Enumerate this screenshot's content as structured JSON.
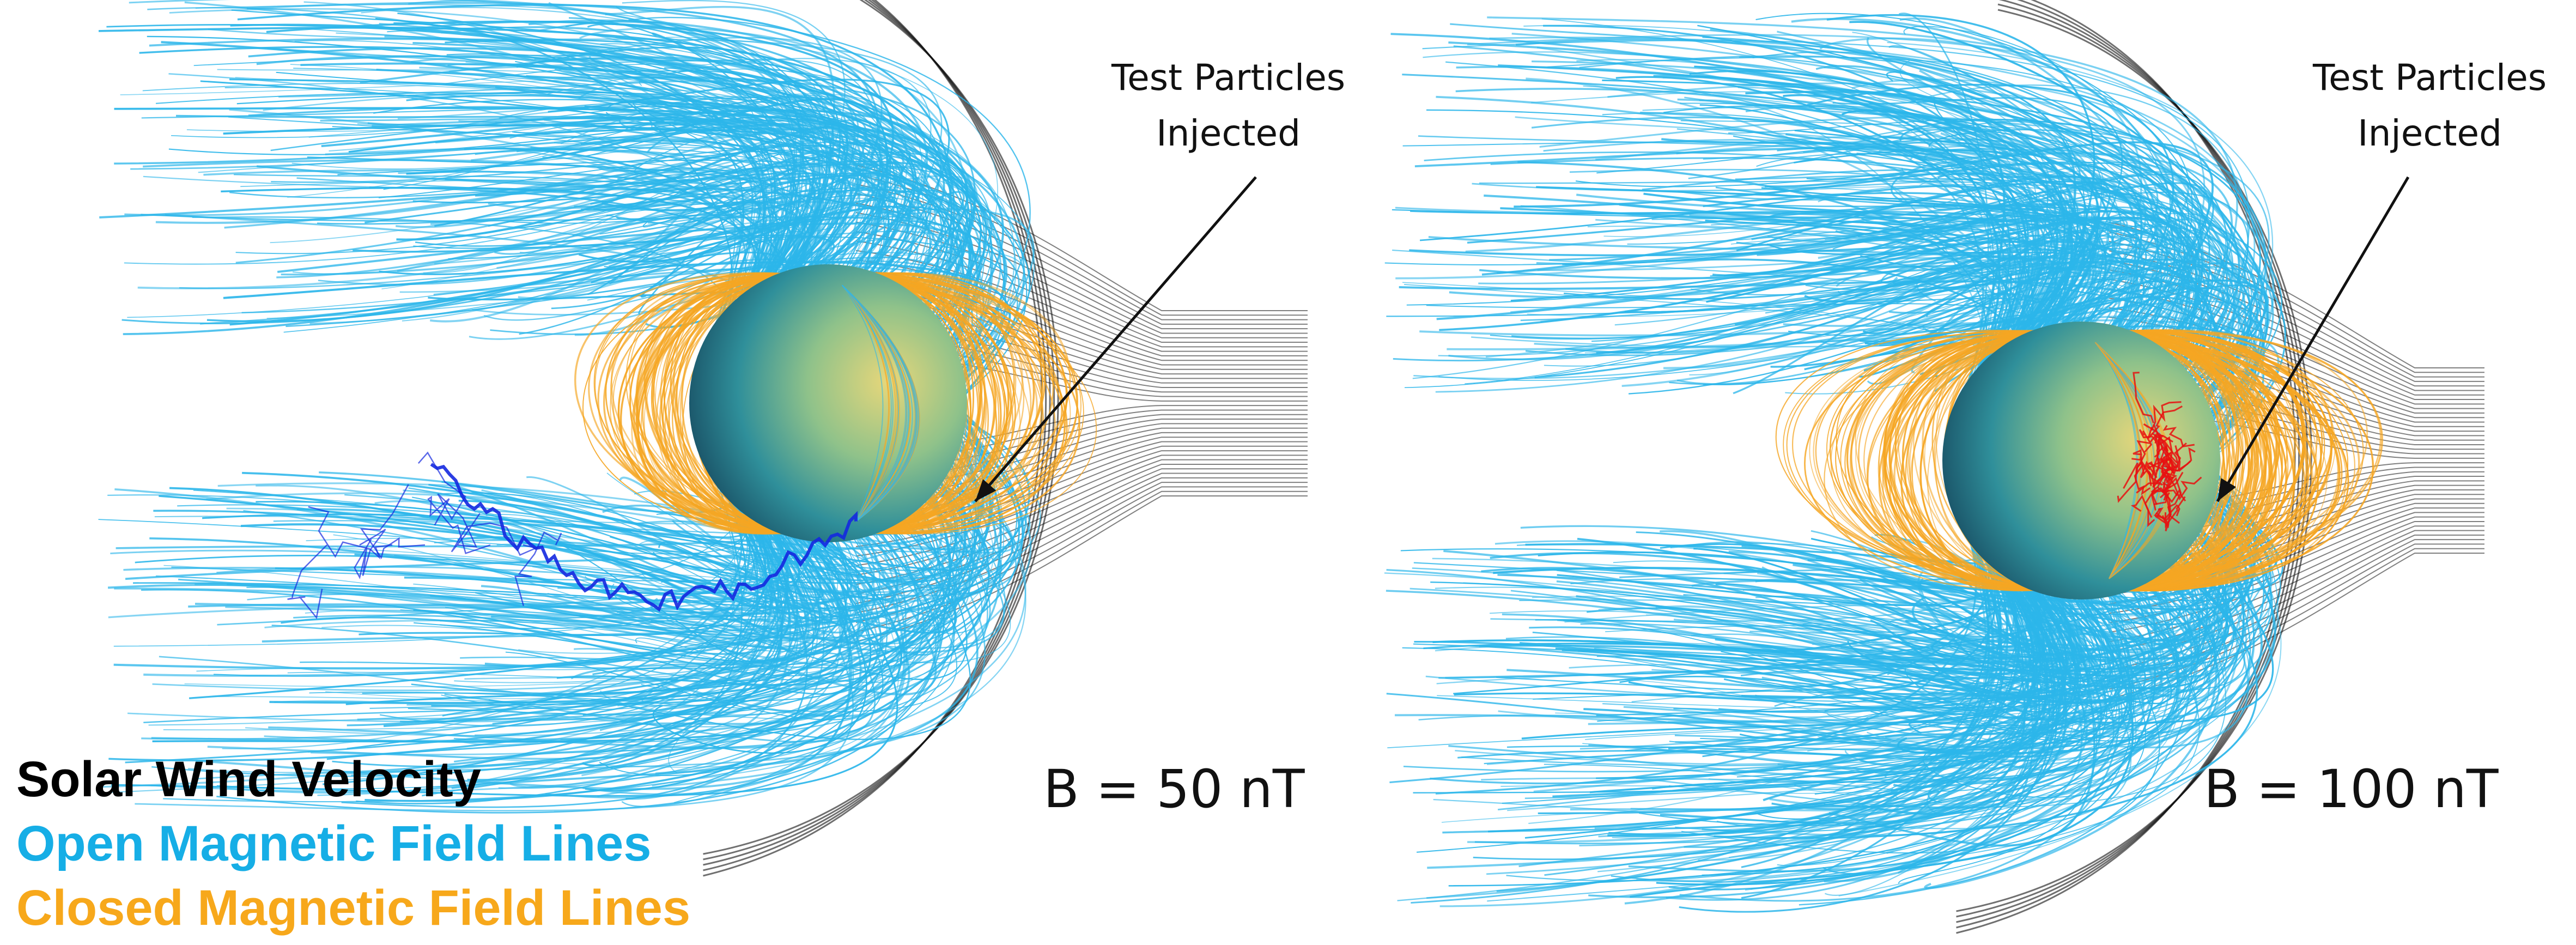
{
  "panels": [
    {
      "id": "left",
      "annotation": [
        "Test Particles",
        "Injected"
      ],
      "field_label": "B = 50 nT",
      "particle_track": "blue"
    },
    {
      "id": "right",
      "annotation": [
        "Test Particles",
        "Injected"
      ],
      "field_label": "B = 100 nT",
      "particle_track": "red"
    }
  ],
  "legend": [
    {
      "label": "Solar Wind Velocity",
      "color": "#000000"
    },
    {
      "label": "Open Magnetic Field Lines",
      "color": "#16aee6"
    },
    {
      "label": "Closed Magnetic Field Lines",
      "color": "#f7a81b"
    }
  ],
  "colors": {
    "solar_wind": "#555555",
    "open_field": "#2cb6ea",
    "closed_field": "#f5a623",
    "particles_left": "#1428e0",
    "particles_right": "#e81010"
  }
}
